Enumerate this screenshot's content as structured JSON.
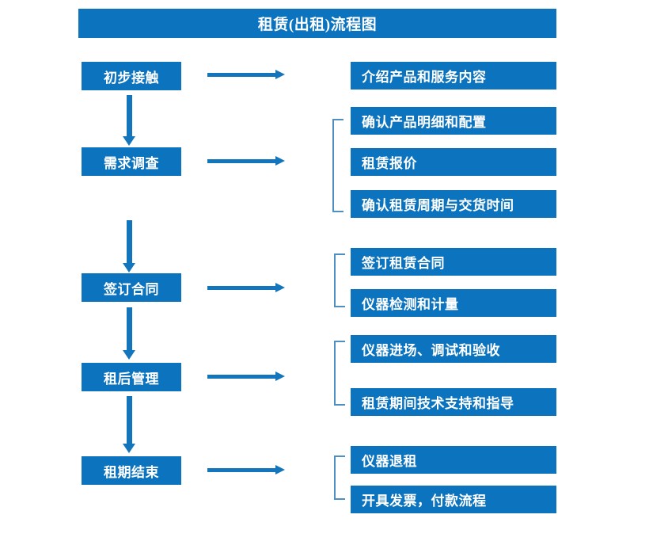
{
  "diagram": {
    "title": "租赁(出租)流程图",
    "colors": {
      "box_fill": "#0C73BE",
      "box_text": "#FFFFFF",
      "arrow": "#1375BC",
      "bracket": "#4E8FC4",
      "background": "#FFFFFF"
    },
    "stages": [
      {
        "label": "初步接触",
        "details": [
          "介绍产品和服务内容"
        ],
        "bracketed": false
      },
      {
        "label": "需求调查",
        "details": [
          "确认产品明细和配置",
          "租赁报价",
          "确认租赁周期与交货时间"
        ],
        "bracketed": true
      },
      {
        "label": "签订合同",
        "details": [
          "签订租赁合同",
          "仪器检测和计量"
        ],
        "bracketed": true
      },
      {
        "label": "租后管理",
        "details": [
          "仪器进场、调试和验收",
          "租赁期间技术支持和指导"
        ],
        "bracketed": true
      },
      {
        "label": "租期结束",
        "details": [
          "仪器退租",
          "开具发票，付款流程"
        ],
        "bracketed": true
      }
    ]
  }
}
